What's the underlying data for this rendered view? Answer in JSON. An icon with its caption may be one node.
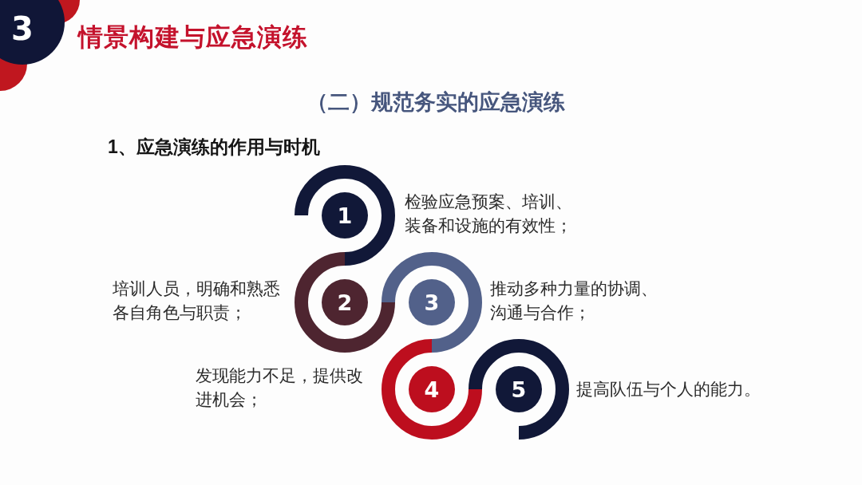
{
  "diagram": {
    "title": "情景构建与应急演练",
    "nodes": [
      {
        "text": [
          "3"
        ]
      },
      {
        "text": [
          "1"
        ],
        "beside": [
          "检验应急预案、培训、装备和设施的有效性；"
        ]
      },
      {
        "text": [
          "2"
        ],
        "beside": [
          "培训人员，明确和熟悉各自角色与职责；"
        ]
      },
      {
        "text": [
          "3"
        ],
        "beside": [
          "推动多种力量的协调、沟通与合作；"
        ]
      },
      {
        "text": [
          "4"
        ],
        "beside": [
          "发现能力不足，提供改进机会；"
        ]
      },
      {
        "text": [
          "5"
        ],
        "beside": [
          "提高队伍与个人的能力。"
        ]
      }
    ],
    "labels": [
      "（二）规范务实的应急演练",
      "1、应急演练的作用与时机"
    ]
  }
}
